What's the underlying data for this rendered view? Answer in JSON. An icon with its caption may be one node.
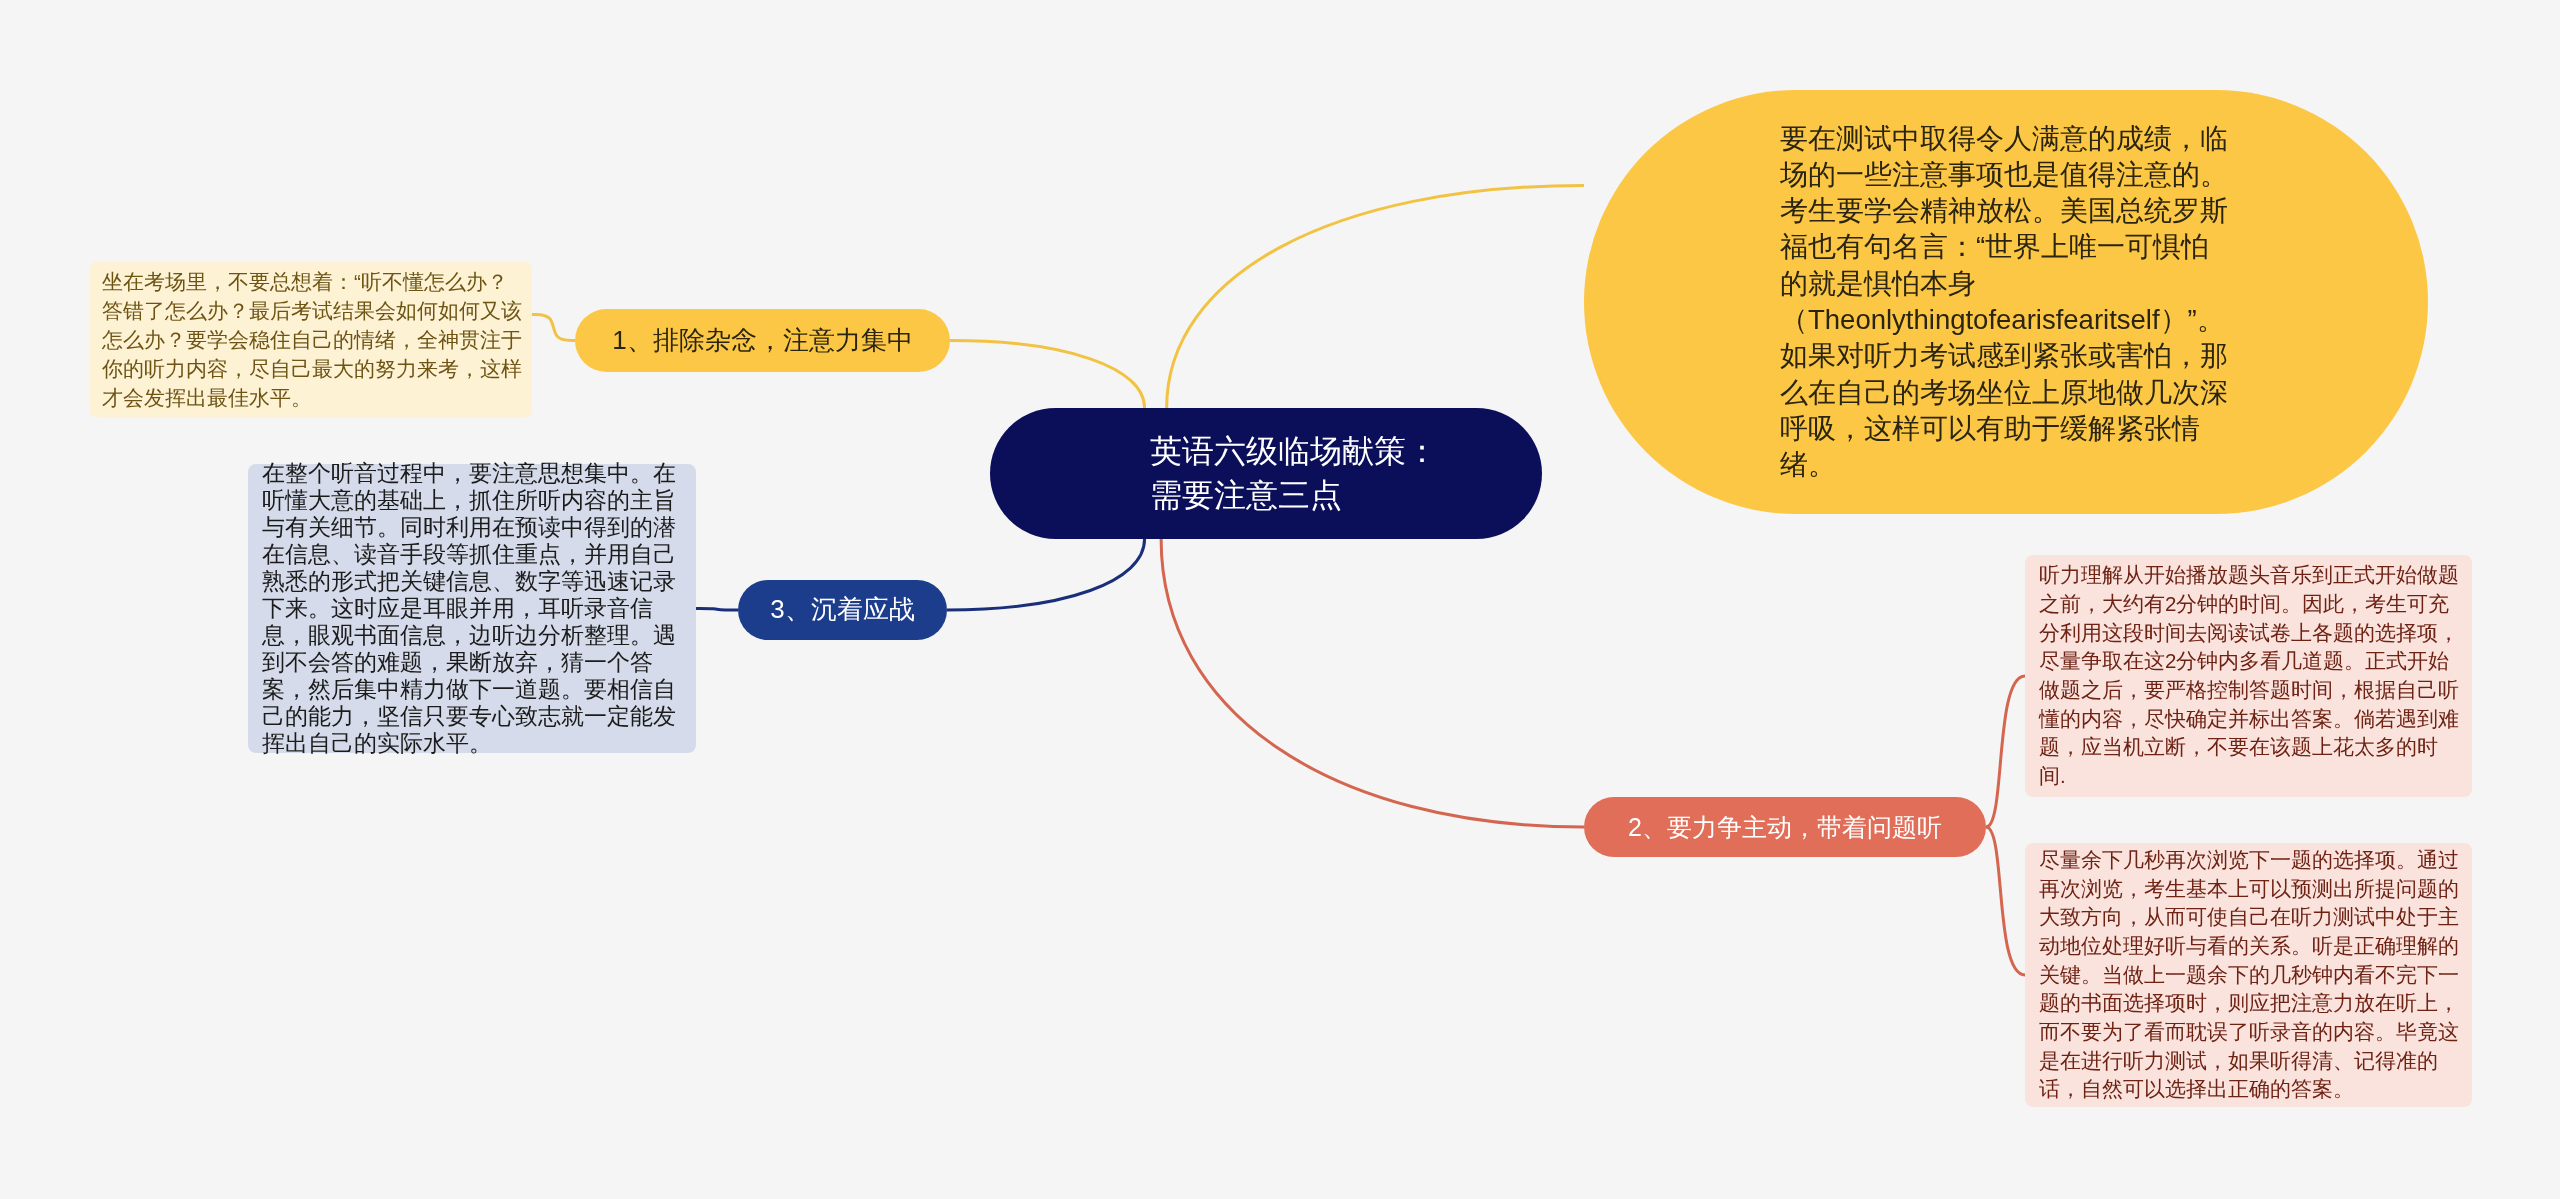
{
  "diagram": {
    "nodes": [
      {
        "text": [
          "英语六级临场献策：需要注意三点"
        ]
      },
      {
        "text": [
          "要在测试中取得令人满意的成绩，临场的一些注意事项也是值得注意的。考生要学会精神放松。美国总统罗斯福也有句名言：“世界上唯一可惧怕的就是惧怕本身（Theonlythingtofearisfearitself）”。如果对听力考试感到紧张或害怕，那么在自己的考场坐位上原地做几次深呼吸，这样可以有助于缓解紧张情绪。"
        ]
      },
      {
        "text": [
          "1、排除杂念，注意力集中"
        ]
      },
      {
        "text": [
          "坐在考场里，不要总想着：“听不懂怎么办？答错了怎么办？最后考试结果会如何如何又该怎么办？要学会稳住自己的情绪，全神贯注于你的听力内容，尽自己最大的努力来考，这样才会发挥出最佳水平。"
        ]
      },
      {
        "text": [
          "2、要力争主动，带着问题听"
        ]
      },
      {
        "text": [
          "听力理解从开始播放题头音乐到正式开始做题之前，大约有2分钟的时间。因此，考生可充分利用这段时间去阅读试卷上各题的选择项，尽量争取在这2分钟内多看几道题。正式开始做题之后，要严格控制答题时间，根据自己听懂的内容，尽快确定并标出答案。倘若遇到难题，应当机立断，不要在该题上花太多的时间."
        ]
      },
      {
        "text": [
          "尽量余下几秒再次浏览下一题的选择项。通过再次浏览，考生基本上可以预测出所提问题的大致方向，从而可使自己在听力测试中处于主动地位处理好听与看的关系。听是正确理解的关键。当做上一题余下的几秒钟内看不完下一题的书面选择项时，则应把注意力放在听上，而不要为了看而耽误了听录音的内容。毕竟这是在进行听力测试，如果听得清、记得准的话，自然可以选择出正确的答案。"
        ]
      },
      {
        "text": [
          "3、沉着应战"
        ]
      },
      {
        "text": [
          "在整个听音过程中，要注意思想集中。在听懂大意的基础上，抓住所听内容的主旨与有关细节。同时利用在预读中得到的潜在信息、读音手段等抓住重点，并用自己熟悉的形式把关键信息、数字等迅速记录下来。这时应是耳眼并用，耳听录音信息，眼观书面信息，边听边分析整理。遇到不会答的难题，果断放弃，猜一个答案，然后集中精力做下一道题。要相信自己的能力，坚信只要专心致志就一定能发挥出自己的实际水平。"
        ]
      }
    ],
    "edges": [
      {
        "from": 0,
        "to": 1,
        "arrow": "none",
        "color": "#f2c242"
      },
      {
        "from": 0,
        "to": 2,
        "arrow": "none",
        "color": "#f2c242"
      },
      {
        "from": 2,
        "to": 3,
        "arrow": "none",
        "color": "#f2c242"
      },
      {
        "from": 0,
        "to": 4,
        "arrow": "none",
        "color": "#d4664f"
      },
      {
        "from": 4,
        "to": 5,
        "arrow": "none",
        "color": "#d4664f"
      },
      {
        "from": 4,
        "to": 6,
        "arrow": "none",
        "color": "#d4664f"
      },
      {
        "from": 0,
        "to": 7,
        "arrow": "none",
        "color": "#1a2f7a"
      },
      {
        "from": 7,
        "to": 8,
        "arrow": "none",
        "color": "#1a2f7a"
      }
    ]
  }
}
